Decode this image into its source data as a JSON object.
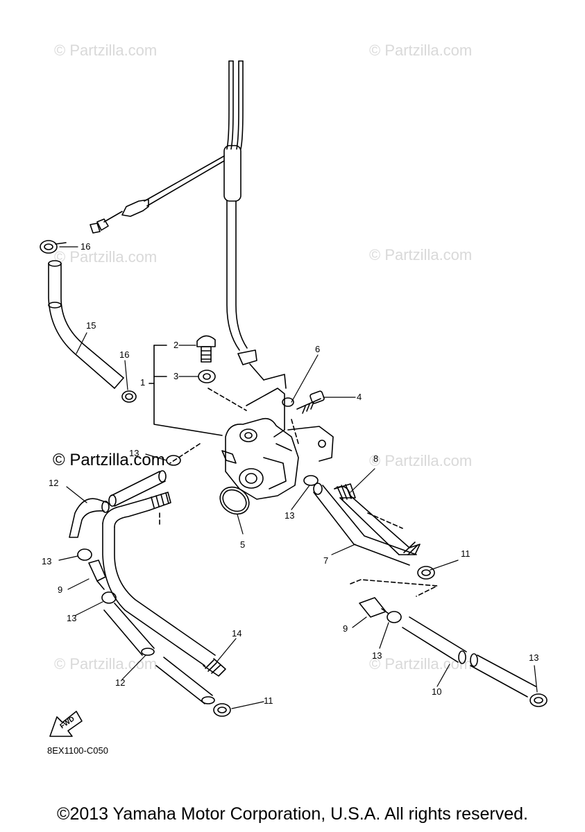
{
  "watermark": "© Partzilla.com",
  "diagram_code": "8EX1100-C050",
  "fwd_label": "FWD",
  "copyright": "©2013 Yamaha Motor Corporation, U.S.A. All rights reserved.",
  "callouts": {
    "c1": "1",
    "c2": "2",
    "c3": "3",
    "c4": "4",
    "c5": "5",
    "c6": "6",
    "c7": "7",
    "c8": "8",
    "c9a": "9",
    "c9b": "9",
    "c10": "10",
    "c11a": "11",
    "c11b": "11",
    "c12a": "12",
    "c12b": "12",
    "c13a": "13",
    "c13b": "13",
    "c13c": "13",
    "c13d": "13",
    "c13e": "13",
    "c13f": "13",
    "c14": "14",
    "c15": "15",
    "c16a": "16",
    "c16b": "16"
  }
}
